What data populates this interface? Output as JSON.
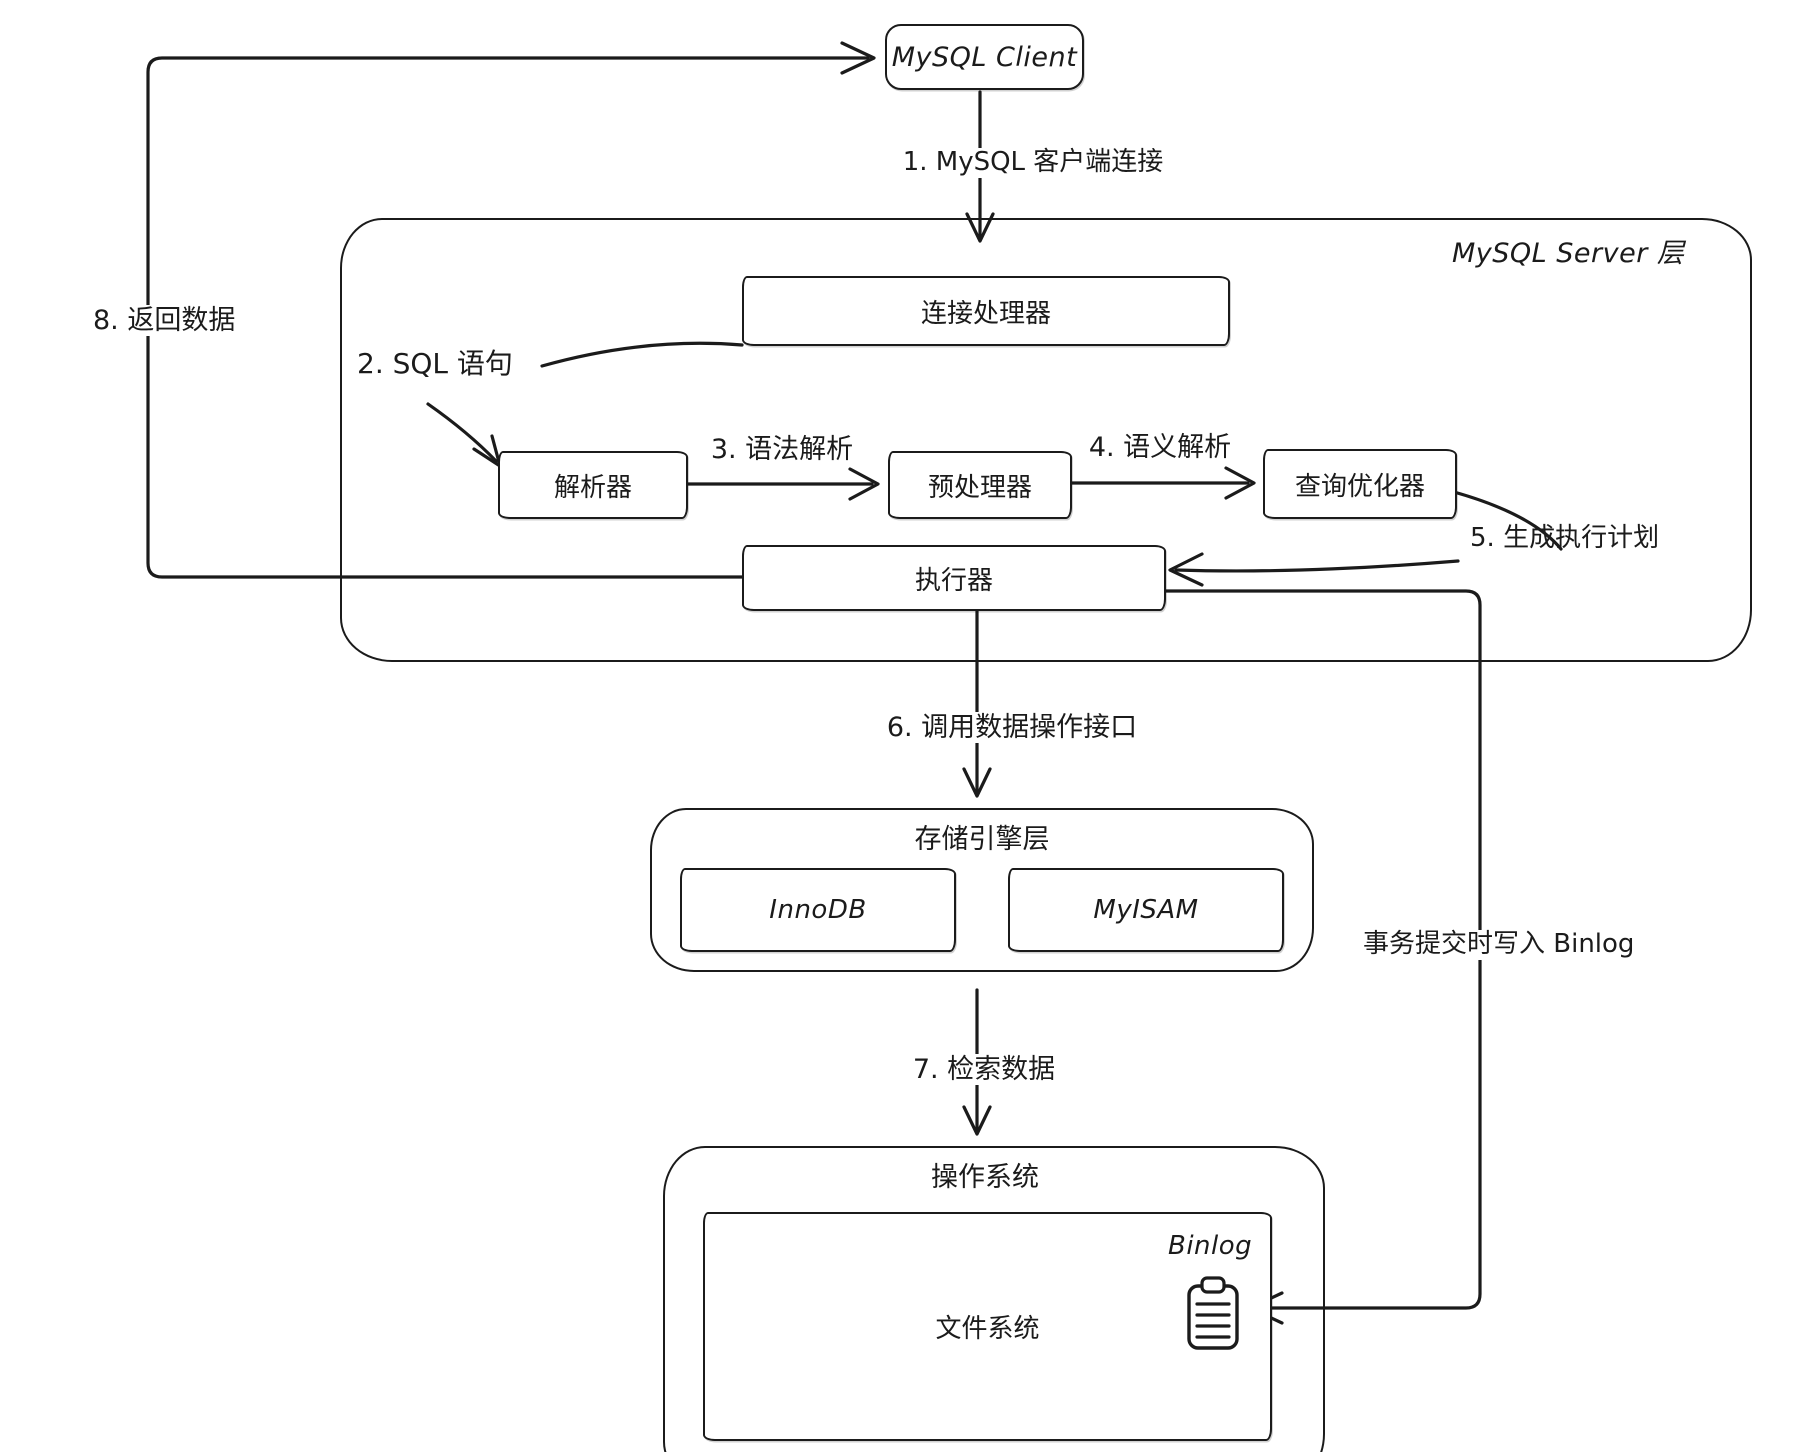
{
  "diagram": {
    "client": {
      "label": "MySQL Client"
    },
    "server_layer": {
      "label": "MySQL Server 层"
    },
    "nodes": {
      "connection_handler": "连接处理器",
      "parser": "解析器",
      "preprocessor": "预处理器",
      "optimizer": "查询优化器",
      "executor": "执行器",
      "storage_layer": "存储引擎层",
      "innodb": "InnoDB",
      "myisam": "MyISAM",
      "os": "操作系统",
      "file_system": "文件系统",
      "binlog": "Binlog"
    },
    "edges": {
      "e1": "1. MySQL 客户端连接",
      "e2": "2. SQL 语句",
      "e3": "3. 语法解析",
      "e4": "4. 语义解析",
      "e5": "5. 生成执行计划",
      "e6": "6. 调用数据操作接口",
      "e7": "7. 检索数据",
      "e8": "8. 返回数据",
      "binlog_write": "事务提交时写入 Binlog"
    },
    "colors": {
      "ink": "#1b1b1b",
      "background": "#ffffff"
    }
  }
}
